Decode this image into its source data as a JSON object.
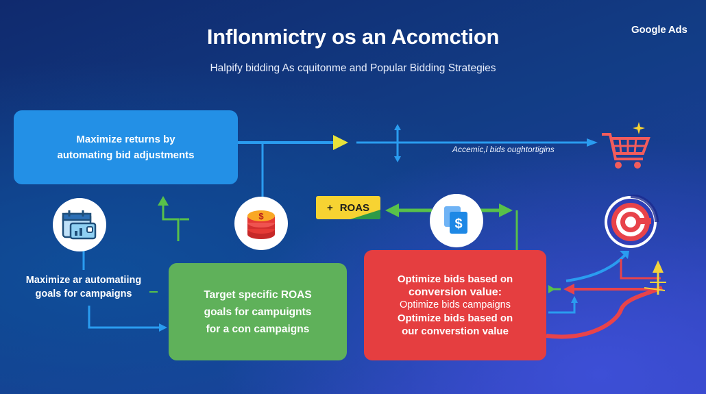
{
  "header": {
    "title": "Inflonmictry os an Acomction",
    "subtitle": "Halpify bidding As cquitonme and Popular Bidding Strategies",
    "brand": "Google Ads"
  },
  "blue_box": {
    "line1": "Maximize returns by",
    "line2": "automating bid adjustments"
  },
  "left_label": {
    "line1": "Maximize ar automatiing",
    "line2": "goals for campaigns"
  },
  "green_box": {
    "line1": "Target specific ROAS",
    "line2": "goals for campuignts",
    "line3": "for a con campaigns"
  },
  "red_box": {
    "line1": "Optimize bids based on",
    "line2": "conversion value:",
    "line3": "Optimize bids campaigns",
    "line4": "Optimize bids based on",
    "line5": "our converstion value"
  },
  "flow_label": "Accemic,l bids oughtortigins",
  "roas_badge": {
    "plus": "+",
    "label": "ROAS"
  },
  "icons": [
    "calendar-chart-icon",
    "coins-dollar-icon",
    "dollar-document-icon",
    "shopping-cart-icon",
    "target-icon",
    "sparkle-icon"
  ],
  "colors": {
    "blue_box": "#2390e6",
    "green_box": "#5fb15a",
    "red_box": "#e53e40",
    "badge": "#f7d332",
    "arrow_blue": "#2a9cf0",
    "arrow_green": "#58c14a",
    "arrow_red": "#e8434a",
    "arrow_yellow": "#f2d33c"
  }
}
